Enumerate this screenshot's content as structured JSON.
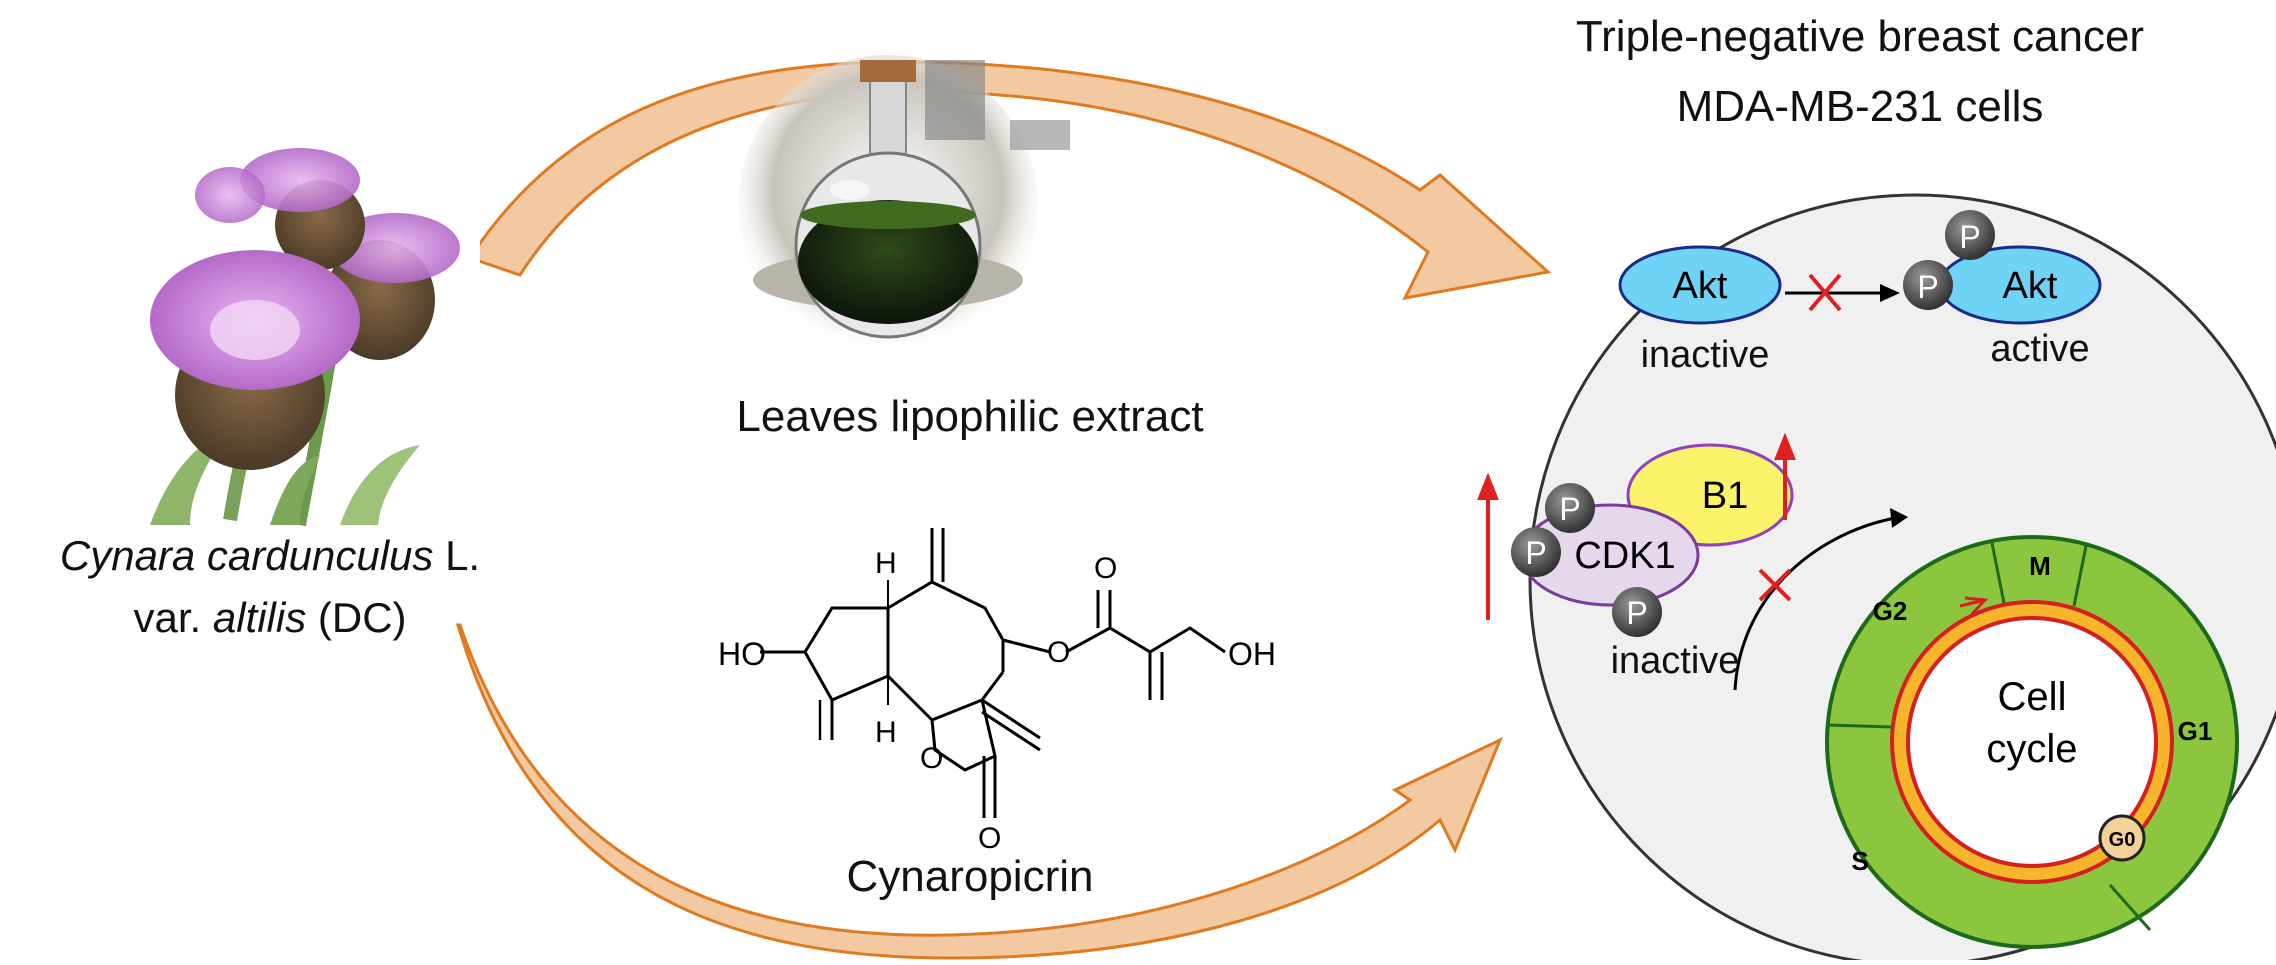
{
  "header": {
    "line1": "Triple-negative breast cancer",
    "line2": "MDA-MB-231 cells"
  },
  "plant": {
    "genus_species": "Cynara cardunculus",
    "author": "L.",
    "var_prefix": "var.",
    "variety": "altilis",
    "var_author": "(DC)",
    "photo_icon": "thistle-flower-icon"
  },
  "extract": {
    "label": "Leaves lipophilic extract",
    "photo_icon": "round-bottom-flask-icon"
  },
  "compound": {
    "label": "Cynaropicrin",
    "atoms": {
      "ho_left": "HO",
      "oh_right": "OH",
      "h_top": "H",
      "h_bottom": "H",
      "o_ester": "O",
      "o_carbonyl_top": "O",
      "o_ring": "O",
      "o_lactone": "O"
    }
  },
  "cell": {
    "akt_inactive": "Akt",
    "akt_active": "Akt",
    "inactive_label": "inactive",
    "active_label": "active",
    "phospho": "P",
    "cdk1": "CDK1",
    "cyclin": "B1",
    "cdk_inactive_label": "inactive",
    "cycle_center_line1": "Cell",
    "cycle_center_line2": "cycle",
    "phases": {
      "m": "M",
      "g2": "G2",
      "g1": "G1",
      "s": "S",
      "g0": "G0"
    },
    "inhibit_mark": "×"
  },
  "colors": {
    "arrow_orange": "#e07a20",
    "arrow_fill": "#f3c9a2",
    "akt_blue": "#6fd3f5",
    "cyclin_yellow": "#fbf36a",
    "cdk_lilac": "#e6d8ec",
    "cycle_green": "#8cc63f",
    "cycle_ring": "#f7b52c",
    "red": "#e02020",
    "cell_bg": "#f0f0f0"
  }
}
